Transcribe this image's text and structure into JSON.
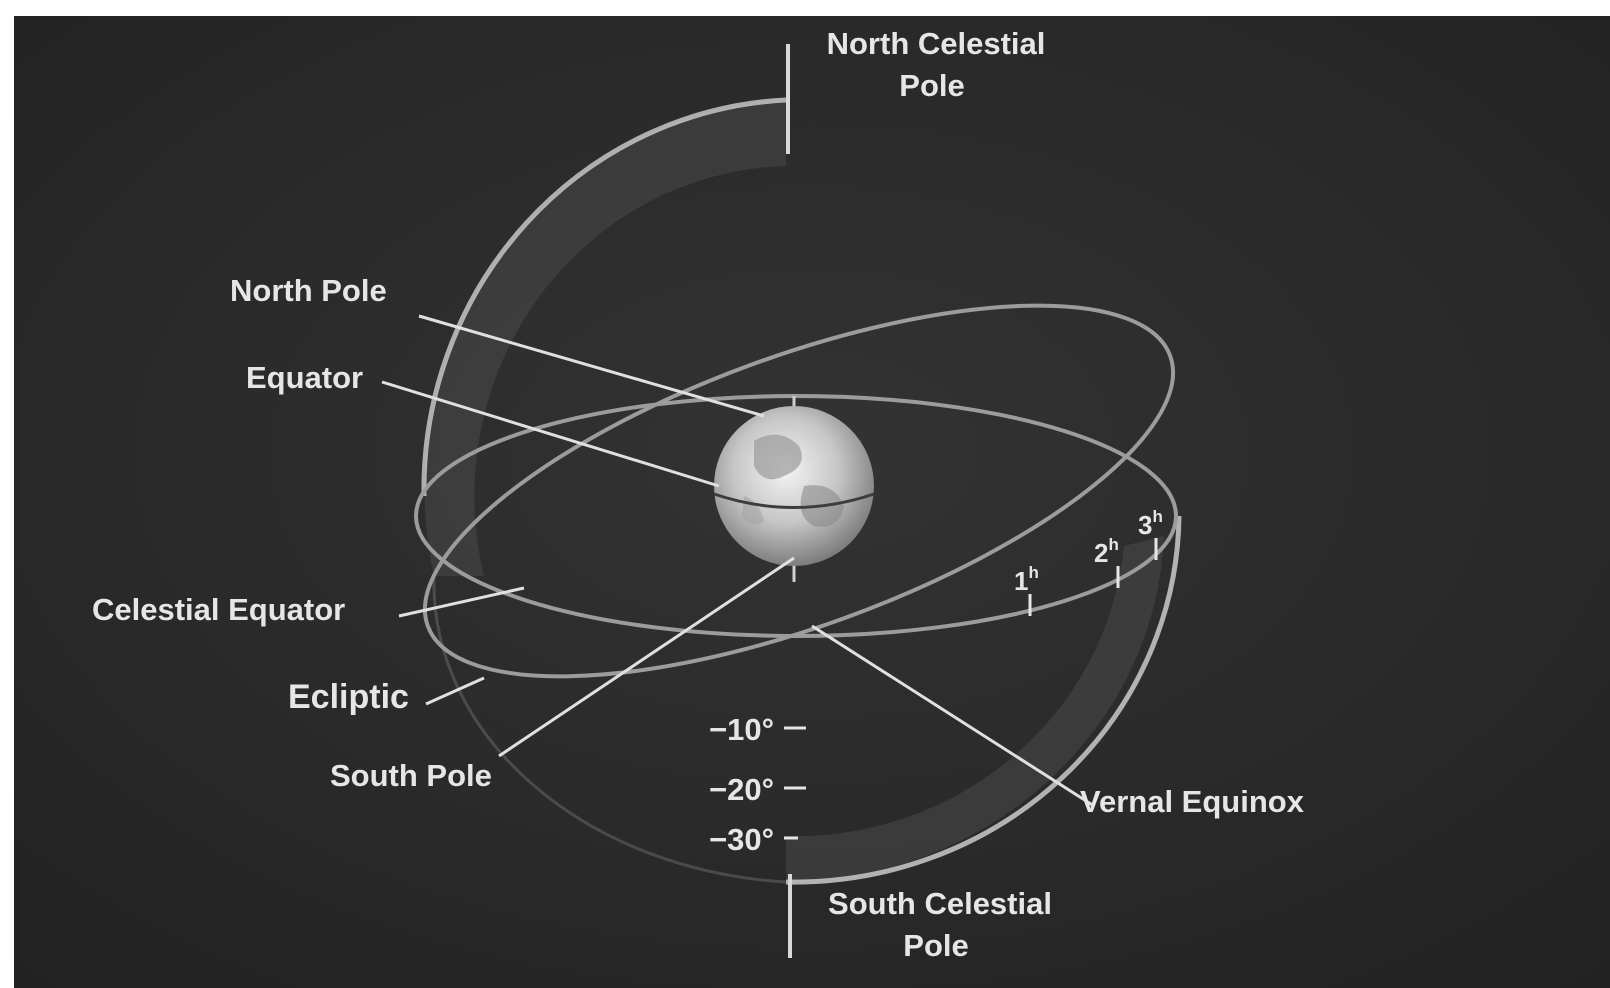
{
  "labels": {
    "north_celestial_pole_line1": "North Celestial",
    "north_celestial_pole_line2": "Pole",
    "south_celestial_pole_line1": "South Celestial",
    "south_celestial_pole_line2": "Pole",
    "north_pole": "North Pole",
    "equator": "Equator",
    "celestial_equator": "Celestial Equator",
    "ecliptic": "Ecliptic",
    "south_pole": "South Pole",
    "vernal_equinox": "Vernal Equinox"
  },
  "hour_marks": [
    {
      "number": "1",
      "unit": "h"
    },
    {
      "number": "2",
      "unit": "h"
    },
    {
      "number": "3",
      "unit": "h"
    }
  ],
  "declination_marks": [
    "−10°",
    "−20°",
    "−30°"
  ],
  "colors": {
    "background": "#2a2a2a",
    "sphere": "#8a8a8a",
    "label": "#e6e6e6"
  }
}
